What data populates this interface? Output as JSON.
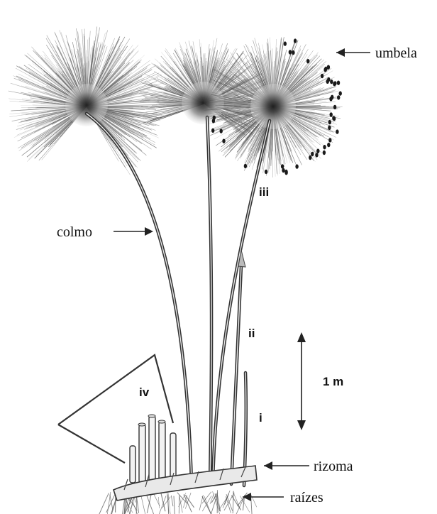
{
  "labels": {
    "umbela": "umbela",
    "colmo": "colmo",
    "rizoma": "rizoma",
    "raizes": "raízes",
    "scale": "1 m",
    "stage_i": "i",
    "stage_ii": "ii",
    "stage_iii": "iii",
    "stage_iv": "iv"
  },
  "colors": {
    "ink": "#222222",
    "paper": "#ffffff"
  }
}
